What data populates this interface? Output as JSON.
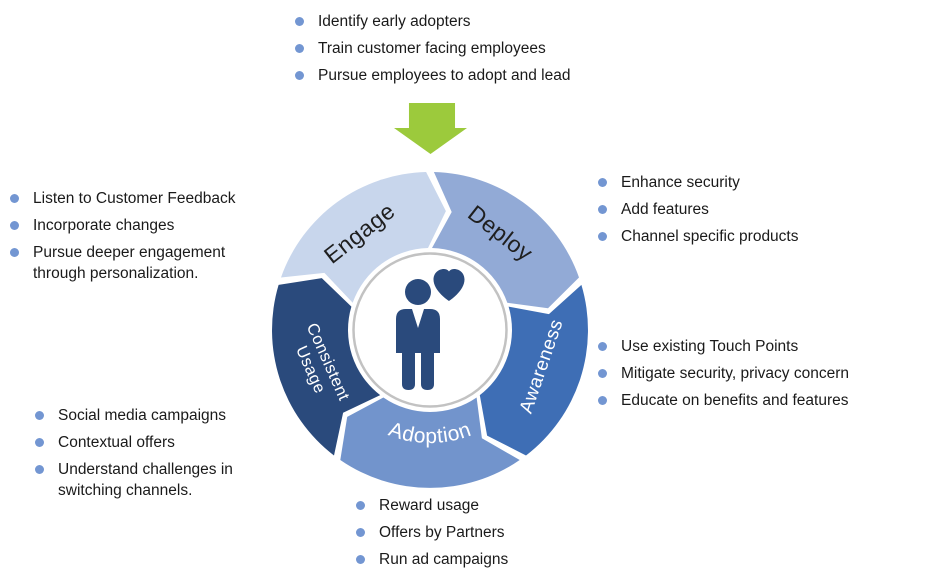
{
  "diagram": {
    "name": "customer-adoption-cycle",
    "entry_arrow": {
      "icon": "down-block-arrow",
      "color": "#9CCA3C"
    },
    "center": {
      "icon": "person-with-heart",
      "icon_color": "#2A4A7C",
      "ring_color": "#C2C2C2",
      "fill": "#FFFFFF"
    },
    "flow_direction": "clockwise",
    "segments": [
      {
        "label": "Engage",
        "color": "#C8D6EC",
        "text_color": "#1F1F1F"
      },
      {
        "label": "Deploy",
        "color": "#92AAD6",
        "text_color": "#1F1F1F"
      },
      {
        "label": "Awareness",
        "color": "#3E6EB5",
        "text_color": "#FFFFFF"
      },
      {
        "label": "Adoption",
        "color": "#7294CC",
        "text_color": "#FFFFFF"
      },
      {
        "label": "Consistent Usage",
        "label_lines": [
          "Consistent",
          "Usage"
        ],
        "color": "#2A4A7C",
        "text_color": "#FFFFFF"
      }
    ]
  },
  "bullet_color": "#7396D2",
  "lists": {
    "top": {
      "items": [
        "Identify early adopters",
        "Train customer facing employees",
        "Pursue employees to adopt and lead"
      ]
    },
    "left": {
      "items": [
        "Listen to Customer Feedback",
        "Incorporate changes",
        "Pursue deeper engagement through personalization."
      ]
    },
    "right_top": {
      "items": [
        "Enhance security",
        "Add features",
        "Channel specific products"
      ]
    },
    "right_middle": {
      "items": [
        "Use existing Touch Points",
        "Mitigate security, privacy concern",
        "Educate on benefits and features"
      ]
    },
    "bottom_left": {
      "items": [
        "Social media campaigns",
        "Contextual offers",
        "Understand challenges in switching channels."
      ]
    },
    "bottom": {
      "items": [
        "Reward usage",
        "Offers by Partners",
        "Run ad campaigns"
      ]
    }
  }
}
